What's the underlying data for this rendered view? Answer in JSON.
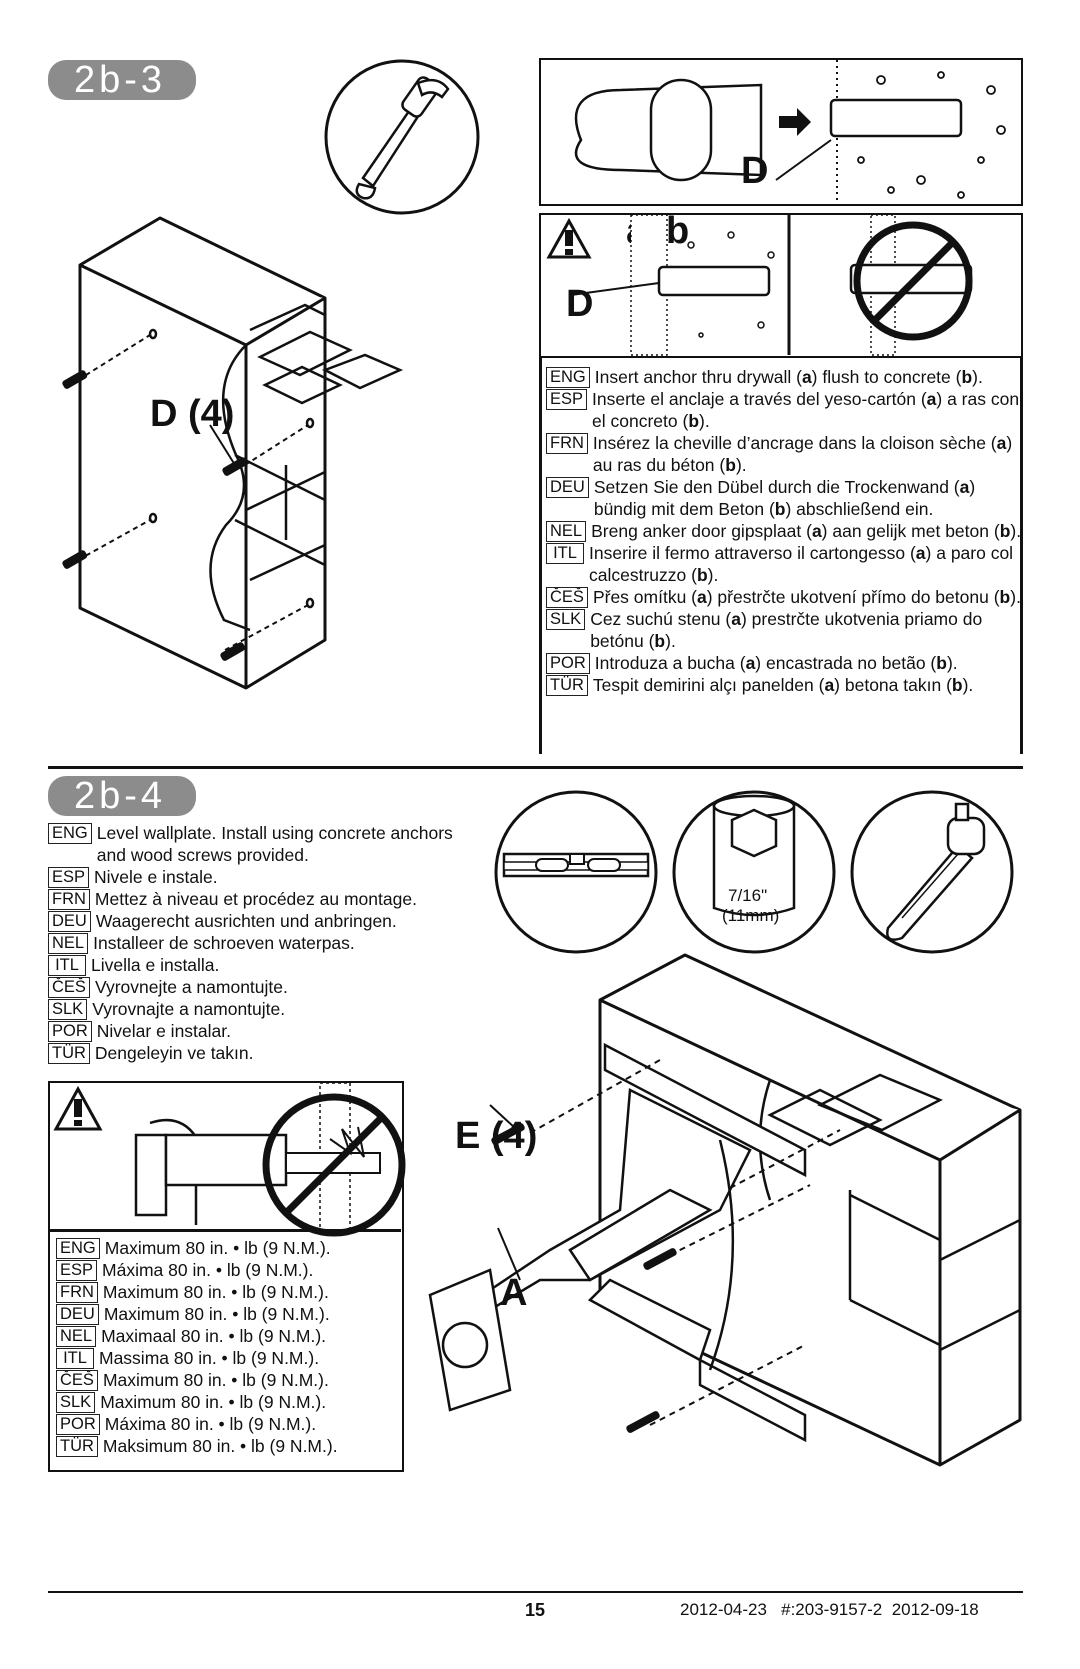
{
  "step_2b3": {
    "title": "2b-3",
    "callout_anchor": "D (4)",
    "detail_label_D": "D",
    "detail_label_a": "a",
    "detail_label_b": "b",
    "detail_label_D2": "D",
    "instructions": [
      {
        "code": "ENG",
        "text": "Insert anchor thru drywall (a) flush to concrete (b)."
      },
      {
        "code": "ESP",
        "text": "Inserte el anclaje a través del yeso-cartón (a) a ras con el concreto (b)."
      },
      {
        "code": "FRN",
        "text": "Insérez la cheville d’ancrage dans la cloison sèche (a) au ras du béton (b)."
      },
      {
        "code": "DEU",
        "text": "Setzen Sie den Dübel durch die Trockenwand (a) bündig mit dem Beton (b) abschließend ein."
      },
      {
        "code": "NEL",
        "text": "Breng anker door gipsplaat (a) aan gelijk met beton (b)."
      },
      {
        "code": "ITL",
        "text": "Inserire il fermo attraverso il cartongesso (a) a paro col calcestruzzo (b)."
      },
      {
        "code": "ČEŠ",
        "text": "Přes omítku (a) přestrčte ukotvení přímo do betonu (b)."
      },
      {
        "code": "SLK",
        "text": "Cez suchú stenu (a) prestrčte ukotvenia priamo do betónu (b)."
      },
      {
        "code": "POR",
        "text": "Introduza a bucha (a) encastrada no betão (b)."
      },
      {
        "code": "TÜR",
        "text": "Tespit demirini alçı panelden (a) betona takın (b)."
      }
    ]
  },
  "step_2b4": {
    "title": "2b-4",
    "socket_size": "7/16\"",
    "socket_mm": "(11mm)",
    "callout_screws": "E (4)",
    "callout_arm": "A",
    "instructions": [
      {
        "code": "ENG",
        "text": "Level wallplate. Install using concrete anchors and wood screws provided."
      },
      {
        "code": "ESP",
        "text": "Nivele e instale."
      },
      {
        "code": "FRN",
        "text": "Mettez à niveau et procédez au montage."
      },
      {
        "code": "DEU",
        "text": "Waagerecht ausrichten und anbringen."
      },
      {
        "code": "NEL",
        "text": "Installeer de schroeven waterpas."
      },
      {
        "code": "ITL",
        "text": "Livella e installa."
      },
      {
        "code": "ČEŠ",
        "text": "Vyrovnejte a namontujte."
      },
      {
        "code": "SLK",
        "text": "Vyrovnajte a namontujte."
      },
      {
        "code": "POR",
        "text": "Nivelar e instalar."
      },
      {
        "code": "TÜR",
        "text": "Dengeleyin ve takın."
      }
    ],
    "torque": [
      {
        "code": "ENG",
        "text": "Maximum 80 in. • lb (9 N.M.)."
      },
      {
        "code": "ESP",
        "text": "Máxima 80 in. • lb (9 N.M.)."
      },
      {
        "code": "FRN",
        "text": "Maximum 80 in. • lb (9 N.M.)."
      },
      {
        "code": "DEU",
        "text": "Maximum 80 in. • lb (9 N.M.)."
      },
      {
        "code": "NEL",
        "text": "Maximaal 80 in. • lb (9 N.M.)."
      },
      {
        "code": "ITL",
        "text": "Massima 80 in. • lb (9 N.M.)."
      },
      {
        "code": "ČEŠ",
        "text": "Maximum 80 in. • lb (9 N.M.)."
      },
      {
        "code": "SLK",
        "text": "Maximum 80 in. • lb (9 N.M.)."
      },
      {
        "code": "POR",
        "text": "Máxima 80 in. • lb (9 N.M.)."
      },
      {
        "code": "TÜR",
        "text": "Maksimum 80 in. • lb (9 N.M.)."
      }
    ]
  },
  "footer": {
    "page_number": "15",
    "doc_info": "2012-04-23   #:203-9157-2  2012-09-18"
  }
}
